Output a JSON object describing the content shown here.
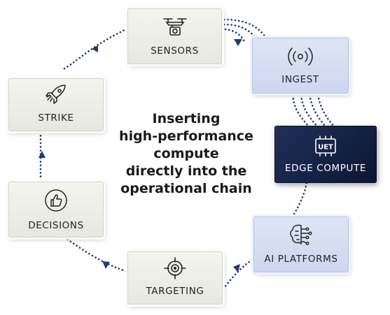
{
  "nodes": {
    "sensors": "SENSORS",
    "ingest": "INGEST",
    "edge_compute": "EDGE COMPUTE",
    "ai_platforms": "AI PLATFORMS",
    "targeting": "TARGETING",
    "decisions": "DECISIONS",
    "strike": "STRIKE"
  },
  "center_text": [
    "Inserting",
    "high-performance",
    "compute",
    "directly into the",
    "operational chain"
  ],
  "logo_text": "UET",
  "icons": {
    "sensors": "drone-camera-icon",
    "ingest": "broadcast-icon",
    "edge_compute": "chip-logo-icon",
    "ai_platforms": "ai-brain-icon",
    "targeting": "crosshair-icon",
    "decisions": "thumbs-up-icon",
    "strike": "rocket-icon"
  },
  "colors": {
    "connector": "#1f3a78",
    "navy_node": "#141f44",
    "blue_node": "#d3dcf1",
    "grey_node": "#ecece6"
  }
}
